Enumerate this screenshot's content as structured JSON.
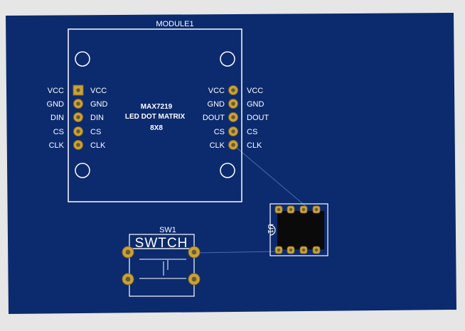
{
  "board": {
    "background_color": "#e6e6e6",
    "pcb_color": "#0c2a6e",
    "silkscreen_color": "#ffffff",
    "pad_color": "#c9a23a",
    "trace_color": "#4a6aa8",
    "ic_body_color": "#0a0a0a"
  },
  "module1": {
    "ref": "MODULE1",
    "name_line1": "MAX7219",
    "name_line2": "LED DOT MATRIX",
    "name_line3": "8X8",
    "left_outer_labels": [
      "VCC",
      "GND",
      "DIN",
      "CS",
      "CLK"
    ],
    "left_inner_labels": [
      "VCC",
      "GND",
      "DIN",
      "CS",
      "CLK"
    ],
    "right_inner_labels": [
      "VCC",
      "GND",
      "DOUT",
      "CS",
      "CLK"
    ],
    "right_outer_labels": [
      "VCC",
      "GND",
      "DOUT",
      "CS",
      "CLK"
    ]
  },
  "sw1": {
    "ref": "SW1",
    "value": "SWTCH"
  },
  "u1": {
    "ref": "U1"
  }
}
